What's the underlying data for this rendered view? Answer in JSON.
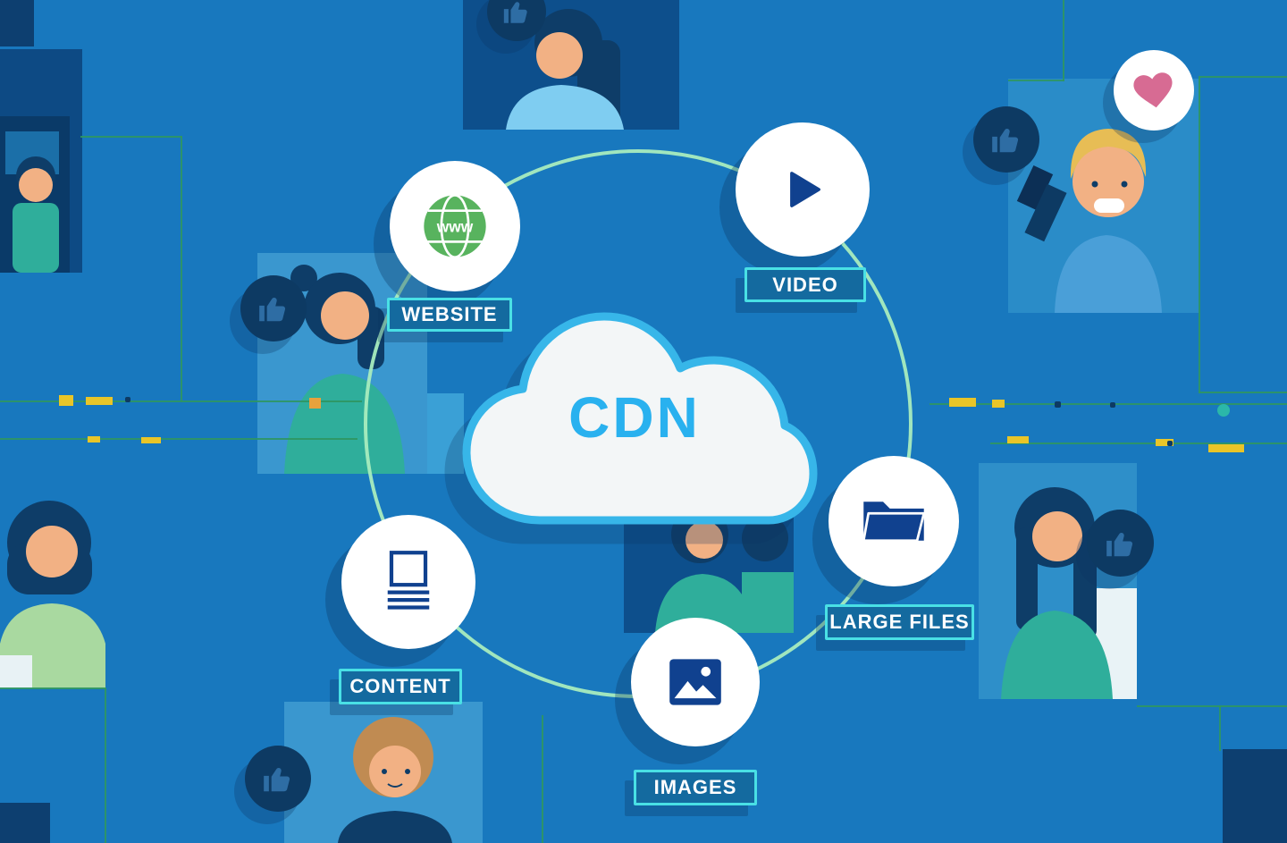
{
  "diagram": {
    "center": {
      "label": "CDN",
      "shape": "cloud-icon"
    },
    "ring": "connection-ring",
    "nodes": [
      {
        "id": "website",
        "label": "WEBSITE",
        "icon": "globe-www-icon",
        "globe_text": "www"
      },
      {
        "id": "video",
        "label": "VIDEO",
        "icon": "play-icon"
      },
      {
        "id": "large_files",
        "label": "LARGE FILES",
        "icon": "folder-icon"
      },
      {
        "id": "images",
        "label": "IMAGES",
        "icon": "image-icon"
      },
      {
        "id": "content",
        "label": "CONTENT",
        "icon": "document-icon"
      }
    ]
  },
  "decorations": {
    "social_badges": [
      {
        "id": "thumb-top",
        "icon": "thumbs-up-icon"
      },
      {
        "id": "thumb-top-right",
        "icon": "thumbs-up-icon"
      },
      {
        "id": "thumb-left",
        "icon": "thumbs-up-icon"
      },
      {
        "id": "thumb-right",
        "icon": "thumbs-up-icon"
      },
      {
        "id": "thumb-bottom-left",
        "icon": "thumbs-up-icon"
      },
      {
        "id": "heart-top-right",
        "icon": "heart-icon"
      }
    ]
  },
  "colors": {
    "background": "#1878be",
    "panel_dark": "#0d4a84",
    "panel_darker": "#0d3f70",
    "panel_light": "#3a97cf",
    "ring_green": "#a8ecbe",
    "cloud_fill": "#f3f6f7",
    "cloud_stroke": "#37b6e9",
    "cdn_text": "#29b1ef",
    "label_bg": "#146a9f",
    "label_border": "#49e0e5",
    "label_text": "#ffffff",
    "icon_dark_blue": "#10418f",
    "globe_green": "#58b35e",
    "circuit_green": "#2f9662",
    "accent_yellow": "#e9c528",
    "badge_navy": "#0d3a63",
    "badge_thumb_blue": "#2e6da4",
    "heart_pink": "#d76b93"
  }
}
